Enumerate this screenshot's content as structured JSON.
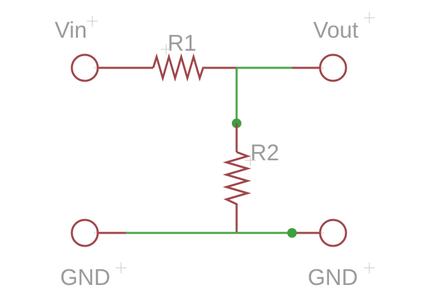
{
  "diagram": {
    "title": "Voltage divider schematic",
    "colors": {
      "component": "#a0464a",
      "wire": "#4aa64a",
      "junction": "#3ea03e",
      "label": "#9b9b9b"
    },
    "labels": {
      "vin": "Vin",
      "vout": "Vout",
      "r1": "R1",
      "r2": "R2",
      "gnd_left": "GND",
      "gnd_right": "GND"
    },
    "components": [
      {
        "id": "R1",
        "type": "resistor",
        "orientation": "horizontal"
      },
      {
        "id": "R2",
        "type": "resistor",
        "orientation": "vertical"
      }
    ],
    "pins": [
      {
        "name": "Vin",
        "type": "pin"
      },
      {
        "name": "Vout",
        "type": "pin"
      },
      {
        "name": "GND",
        "type": "pin"
      },
      {
        "name": "GND",
        "type": "pin"
      }
    ],
    "nets": [
      {
        "name": "Vin-R1",
        "connects": [
          "Vin",
          "R1"
        ]
      },
      {
        "name": "Vout",
        "connects": [
          "R1",
          "R2",
          "Vout"
        ]
      },
      {
        "name": "GND",
        "connects": [
          "R2",
          "GND",
          "GND"
        ]
      }
    ]
  }
}
